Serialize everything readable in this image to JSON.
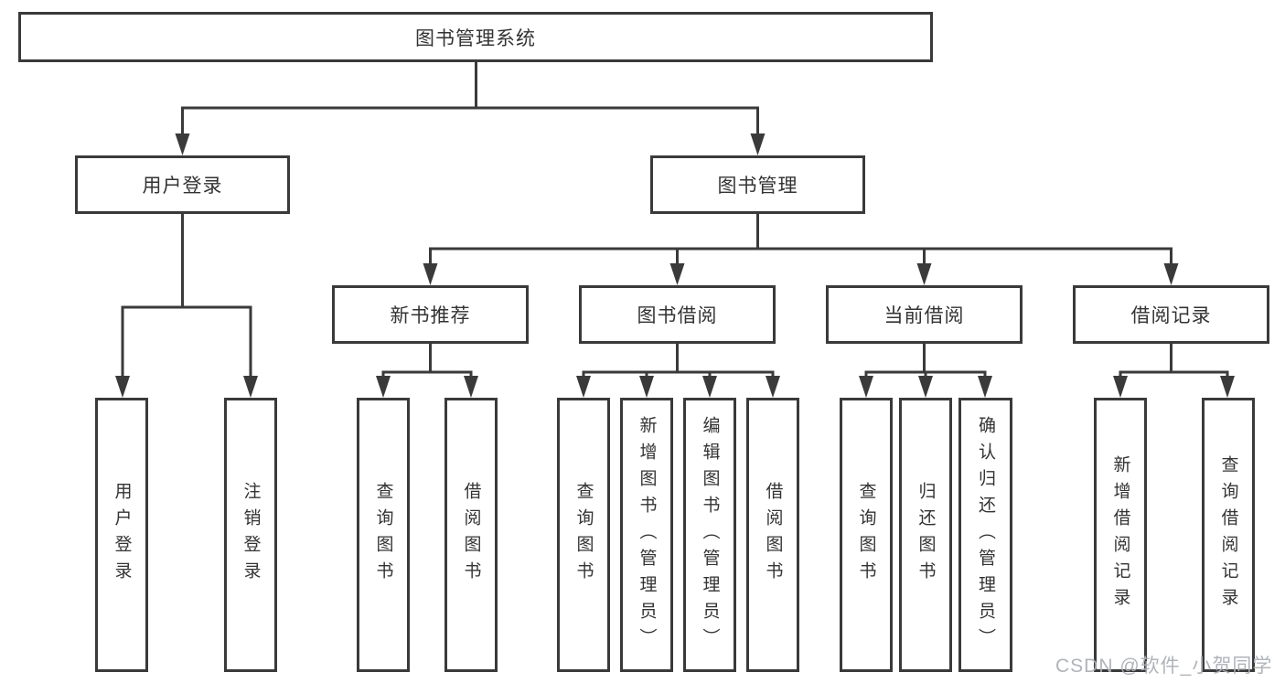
{
  "diagram": {
    "root": "图书管理系统",
    "level2": [
      "用户登录",
      "图书管理"
    ],
    "level3": [
      "新书推荐",
      "图书借阅",
      "当前借阅",
      "借阅记录"
    ],
    "leaves_login": [
      "用户登录",
      "注销登录"
    ],
    "leaves_recommend": [
      "查询图书",
      "借阅图书"
    ],
    "leaves_borrow": [
      "查询图书",
      "新增图书（管理员）",
      "编辑图书（管理员）",
      "借阅图书"
    ],
    "leaves_current": [
      "查询图书",
      "归还图书",
      "确认归还（管理员）"
    ],
    "leaves_records": [
      "新增借阅记录",
      "查询借阅记录"
    ]
  },
  "watermark": "CSDN @软件_小贺同学",
  "colors": {
    "line": "#3a3a3a",
    "text": "#333333",
    "background": "#ffffff",
    "watermark": "#abb0b5"
  }
}
